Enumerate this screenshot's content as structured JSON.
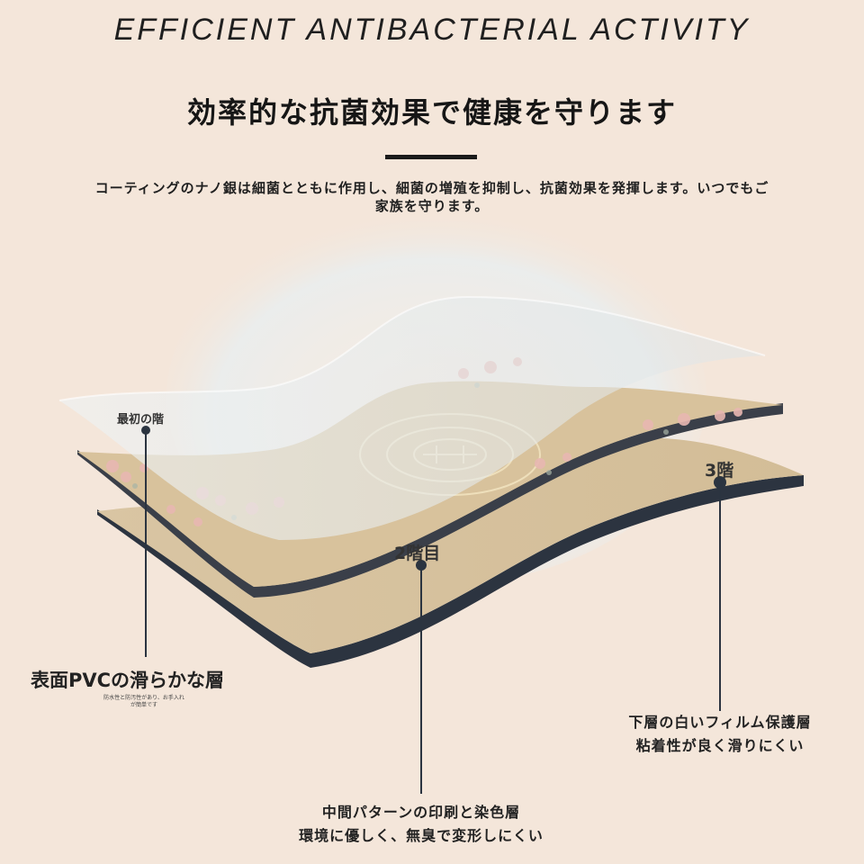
{
  "header": {
    "title_en": "EFFICIENT ANTIBACTERIAL ACTIVITY",
    "title_jp": "効率的な抗菌効果で健康を守ります",
    "description_line1": "コーティングのナノ銀は細菌とともに作用し、細菌の増殖を抑制し、抗菌効果を発揮します。いつでもご",
    "description_line2": "家族を守ります。"
  },
  "layers": {
    "first_tag": "最初の階",
    "second_tag": "2階目",
    "third_tag": "3階",
    "surface_title": "表面PVCの滑らかな層",
    "surface_note_line1": "防水性と防汚性があり、お手入れ",
    "surface_note_line2": "が簡単です",
    "middle_title": "中間パターンの印刷と染色層",
    "middle_sub": "環境に優しく、無臭で変形しにくい",
    "bottom_title": "下層の白いフィルム保護層",
    "bottom_sub": "粘着性が良く滑りにくい"
  },
  "colors": {
    "background": "#f4e6da",
    "mat_beige": "#d8c3a0",
    "mat_edge": "#2c3440",
    "film": "#e6ecee"
  }
}
